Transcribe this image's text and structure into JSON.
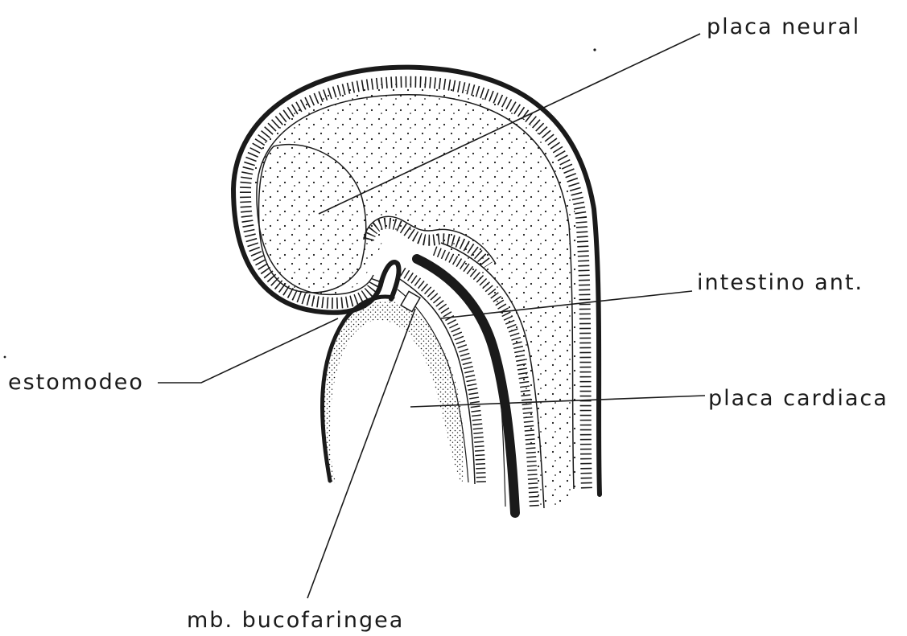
{
  "labels": {
    "placa_neural": "placa neural",
    "intestino_ant": "intestino ant.",
    "estomodeo": "estomodeo",
    "placa_cardiaca": "placa cardiaca",
    "mb_bucofaringea": "mb. bucofaringea"
  },
  "colors": {
    "ink": "#1a1a1a",
    "background": "#ffffff"
  }
}
